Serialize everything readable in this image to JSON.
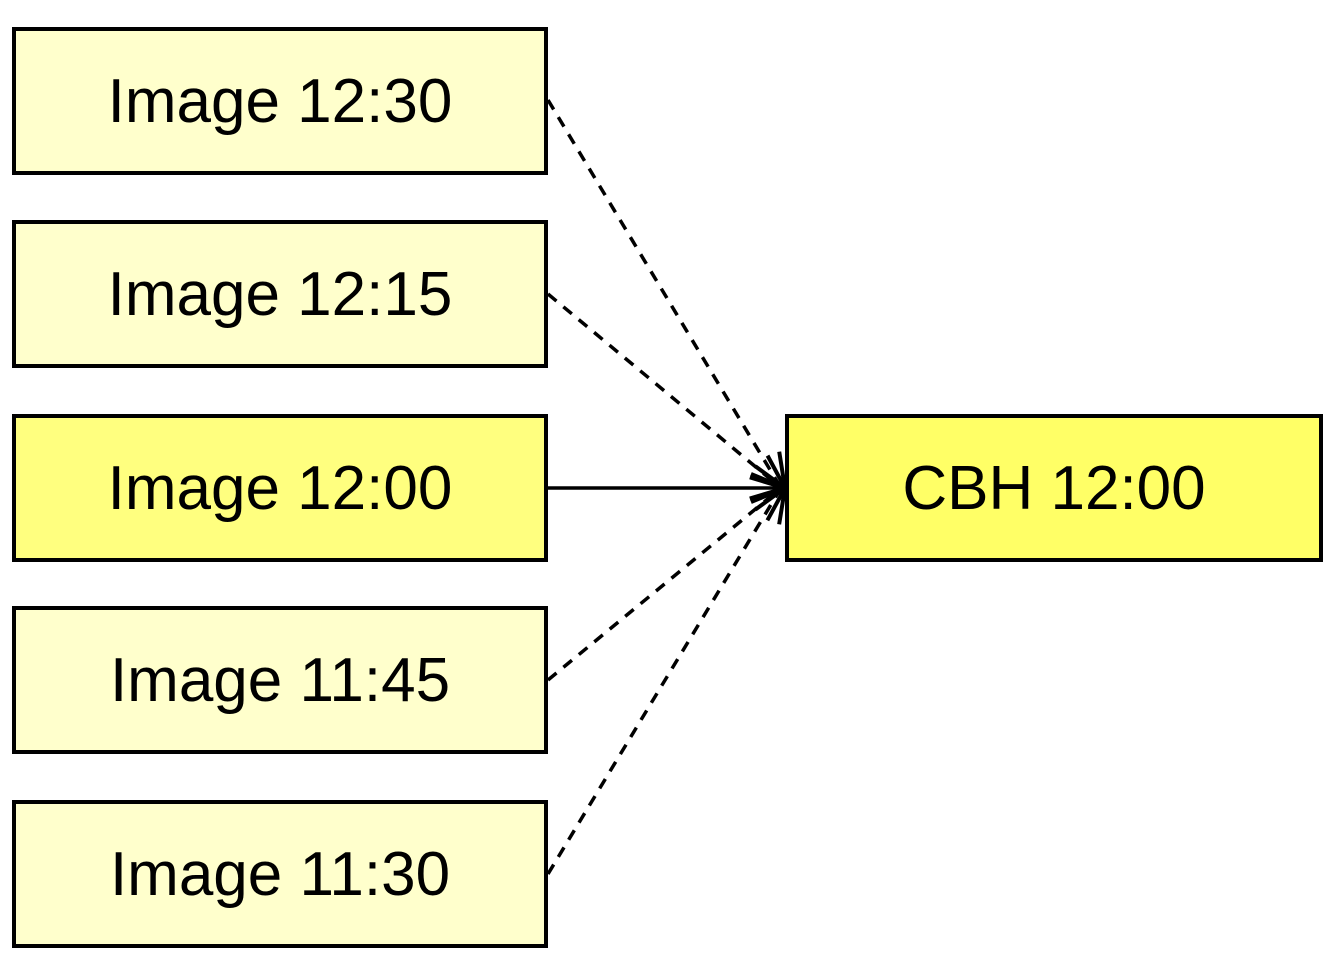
{
  "colors": {
    "source_light": "#ffffcc",
    "source_highlight": "#ffff7f",
    "target": "#ffff66",
    "stroke": "#000000"
  },
  "sources": [
    {
      "label": "Image 12:30",
      "style": "light",
      "edge": "dashed"
    },
    {
      "label": "Image 12:15",
      "style": "light",
      "edge": "dashed"
    },
    {
      "label": "Image 12:00",
      "style": "highlight",
      "edge": "solid"
    },
    {
      "label": "Image 11:45",
      "style": "light",
      "edge": "dashed"
    },
    {
      "label": "Image 11:30",
      "style": "light",
      "edge": "dashed"
    }
  ],
  "target": {
    "label": "CBH 12:00"
  }
}
